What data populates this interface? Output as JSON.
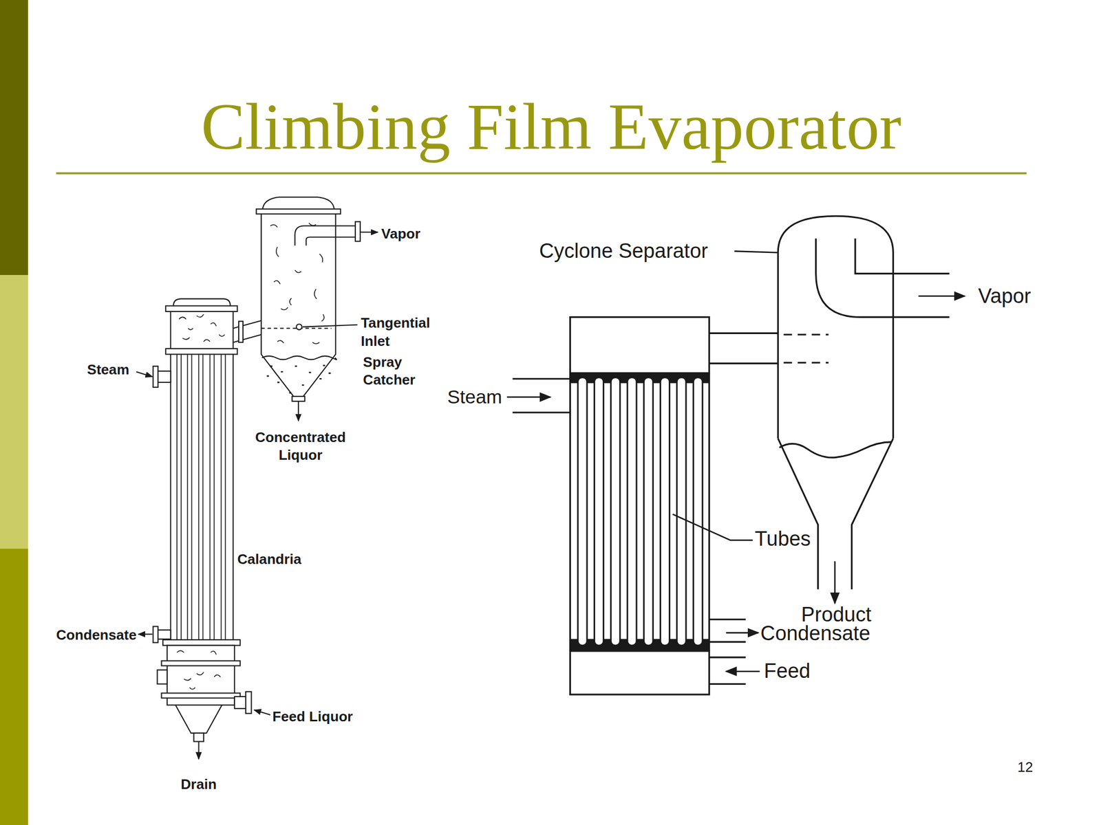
{
  "diagram": {
    "title": "Climbing Film Evaporator",
    "labels": [
      "Vapor",
      "Tangential Inlet",
      "Spray Catcher",
      "Steam",
      "Concentrated Liquor",
      "Calandria",
      "Condensate",
      "Feed Liquor",
      "Drain",
      "Cyclone Separator",
      "Vapor",
      "Steam",
      "Tubes",
      "Product",
      "Condensate",
      "Feed",
      "12"
    ]
  }
}
